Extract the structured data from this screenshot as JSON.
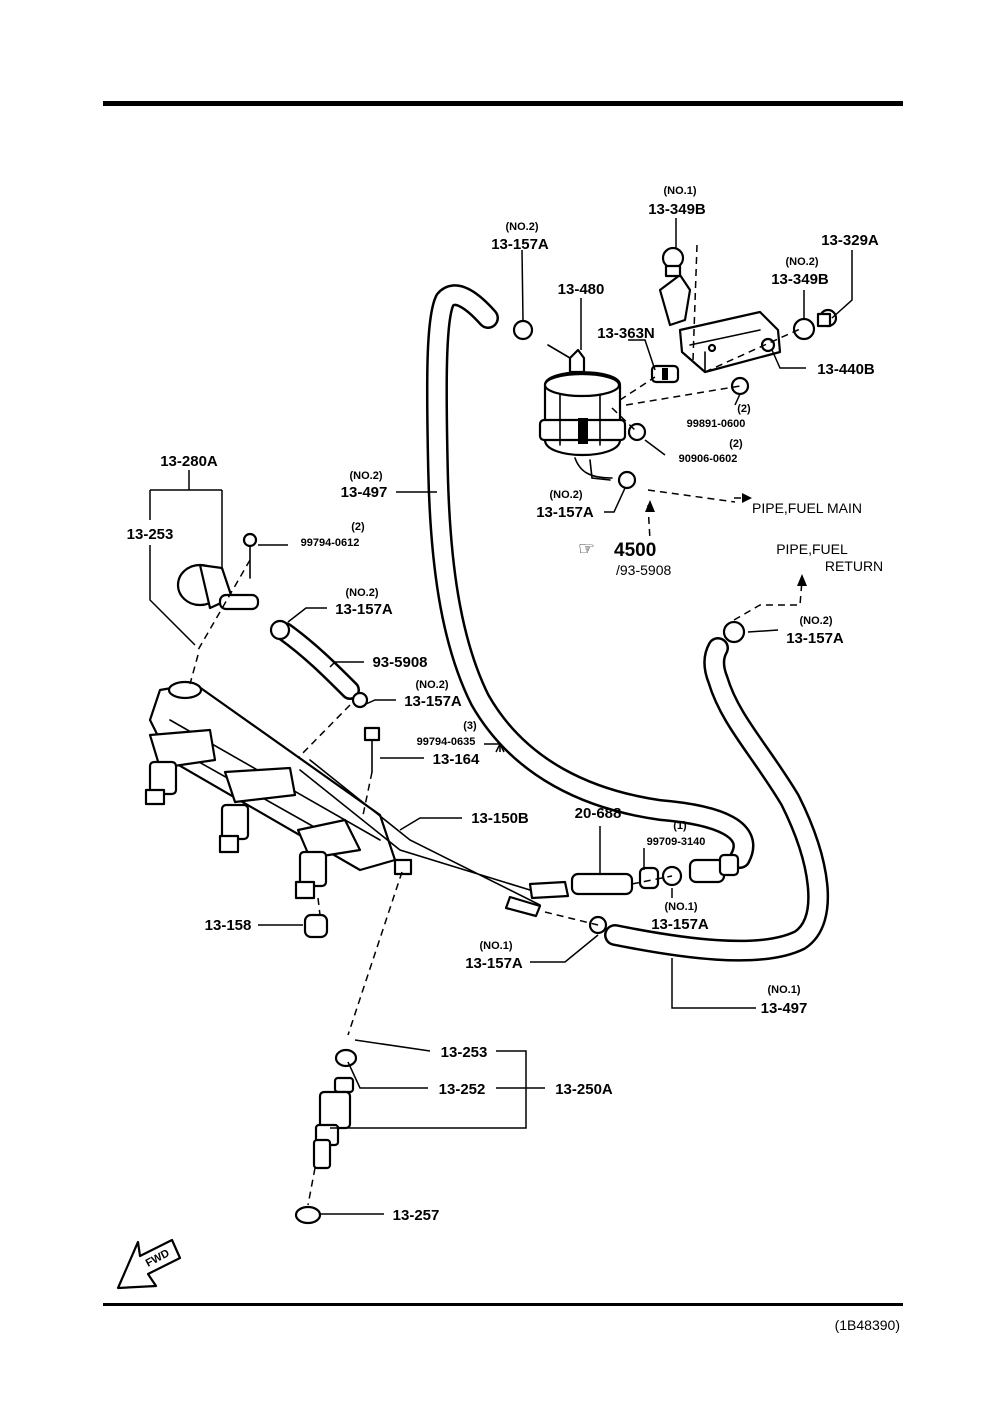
{
  "figure_id": "(1B48390)",
  "fwd_label": "FWD",
  "labels": {
    "qty_no1": "(NO.1)",
    "qty_no2": "(NO.2)",
    "qty_1": "(1)",
    "qty_2": "(2)",
    "qty_3": "(3)",
    "p13_349B": "13-349B",
    "p13_329A": "13-329A",
    "p13_157A": "13-157A",
    "p13_480": "13-480",
    "p13_363N": "13-363N",
    "p13_440B": "13-440B",
    "p99891_0600": "99891-0600",
    "p90906_0602": "90906-0602",
    "p13_497": "13-497",
    "pipe_fuel_main": "PIPE,FUEL  MAIN",
    "pipe_fuel": "PIPE,FUEL",
    "return": "RETURN",
    "ref_4500": "4500",
    "ref_93_5908": "/93-5908",
    "p13_280A": "13-280A",
    "p13_253": "13-253",
    "p99794_0612": "99794-0612",
    "p93_5908": "93-5908",
    "p99794_0635": "99794-0635",
    "p13_164": "13-164",
    "p13_150B": "13-150B",
    "p20_688": "20-688",
    "p99709_3140": "99709-3140",
    "p13_158": "13-158",
    "p13_252": "13-252",
    "p13_250A": "13-250A",
    "p13_257": "13-257"
  }
}
